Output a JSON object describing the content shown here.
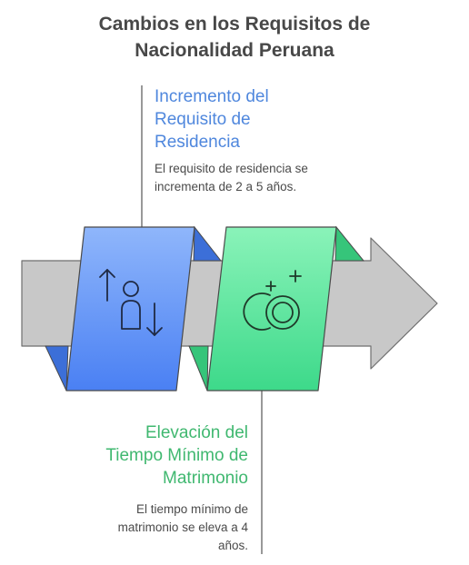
{
  "title": {
    "line1": "Cambios en los Requisitos de",
    "line2": "Nacionalidad Peruana"
  },
  "steps": [
    {
      "heading": [
        "Incremento del",
        "Requisito de",
        "Residencia"
      ],
      "description": [
        "El requisito de residencia se",
        "incrementa de 2 a 5 años."
      ],
      "icon": "person-up-down-arrows-icon",
      "color": "#4f87dd"
    },
    {
      "heading": [
        "Elevación del",
        "Tiempo Mínimo de",
        "Matrimonio"
      ],
      "description": [
        "El tiempo mínimo de",
        "matrimonio se eleva a 4",
        "años."
      ],
      "icon": "rings-sparkle-icon",
      "color": "#40b870"
    }
  ],
  "colors": {
    "arrow": "#c8c8c8",
    "blue_panel": "#4f87f7",
    "green_panel": "#46dc8c"
  }
}
